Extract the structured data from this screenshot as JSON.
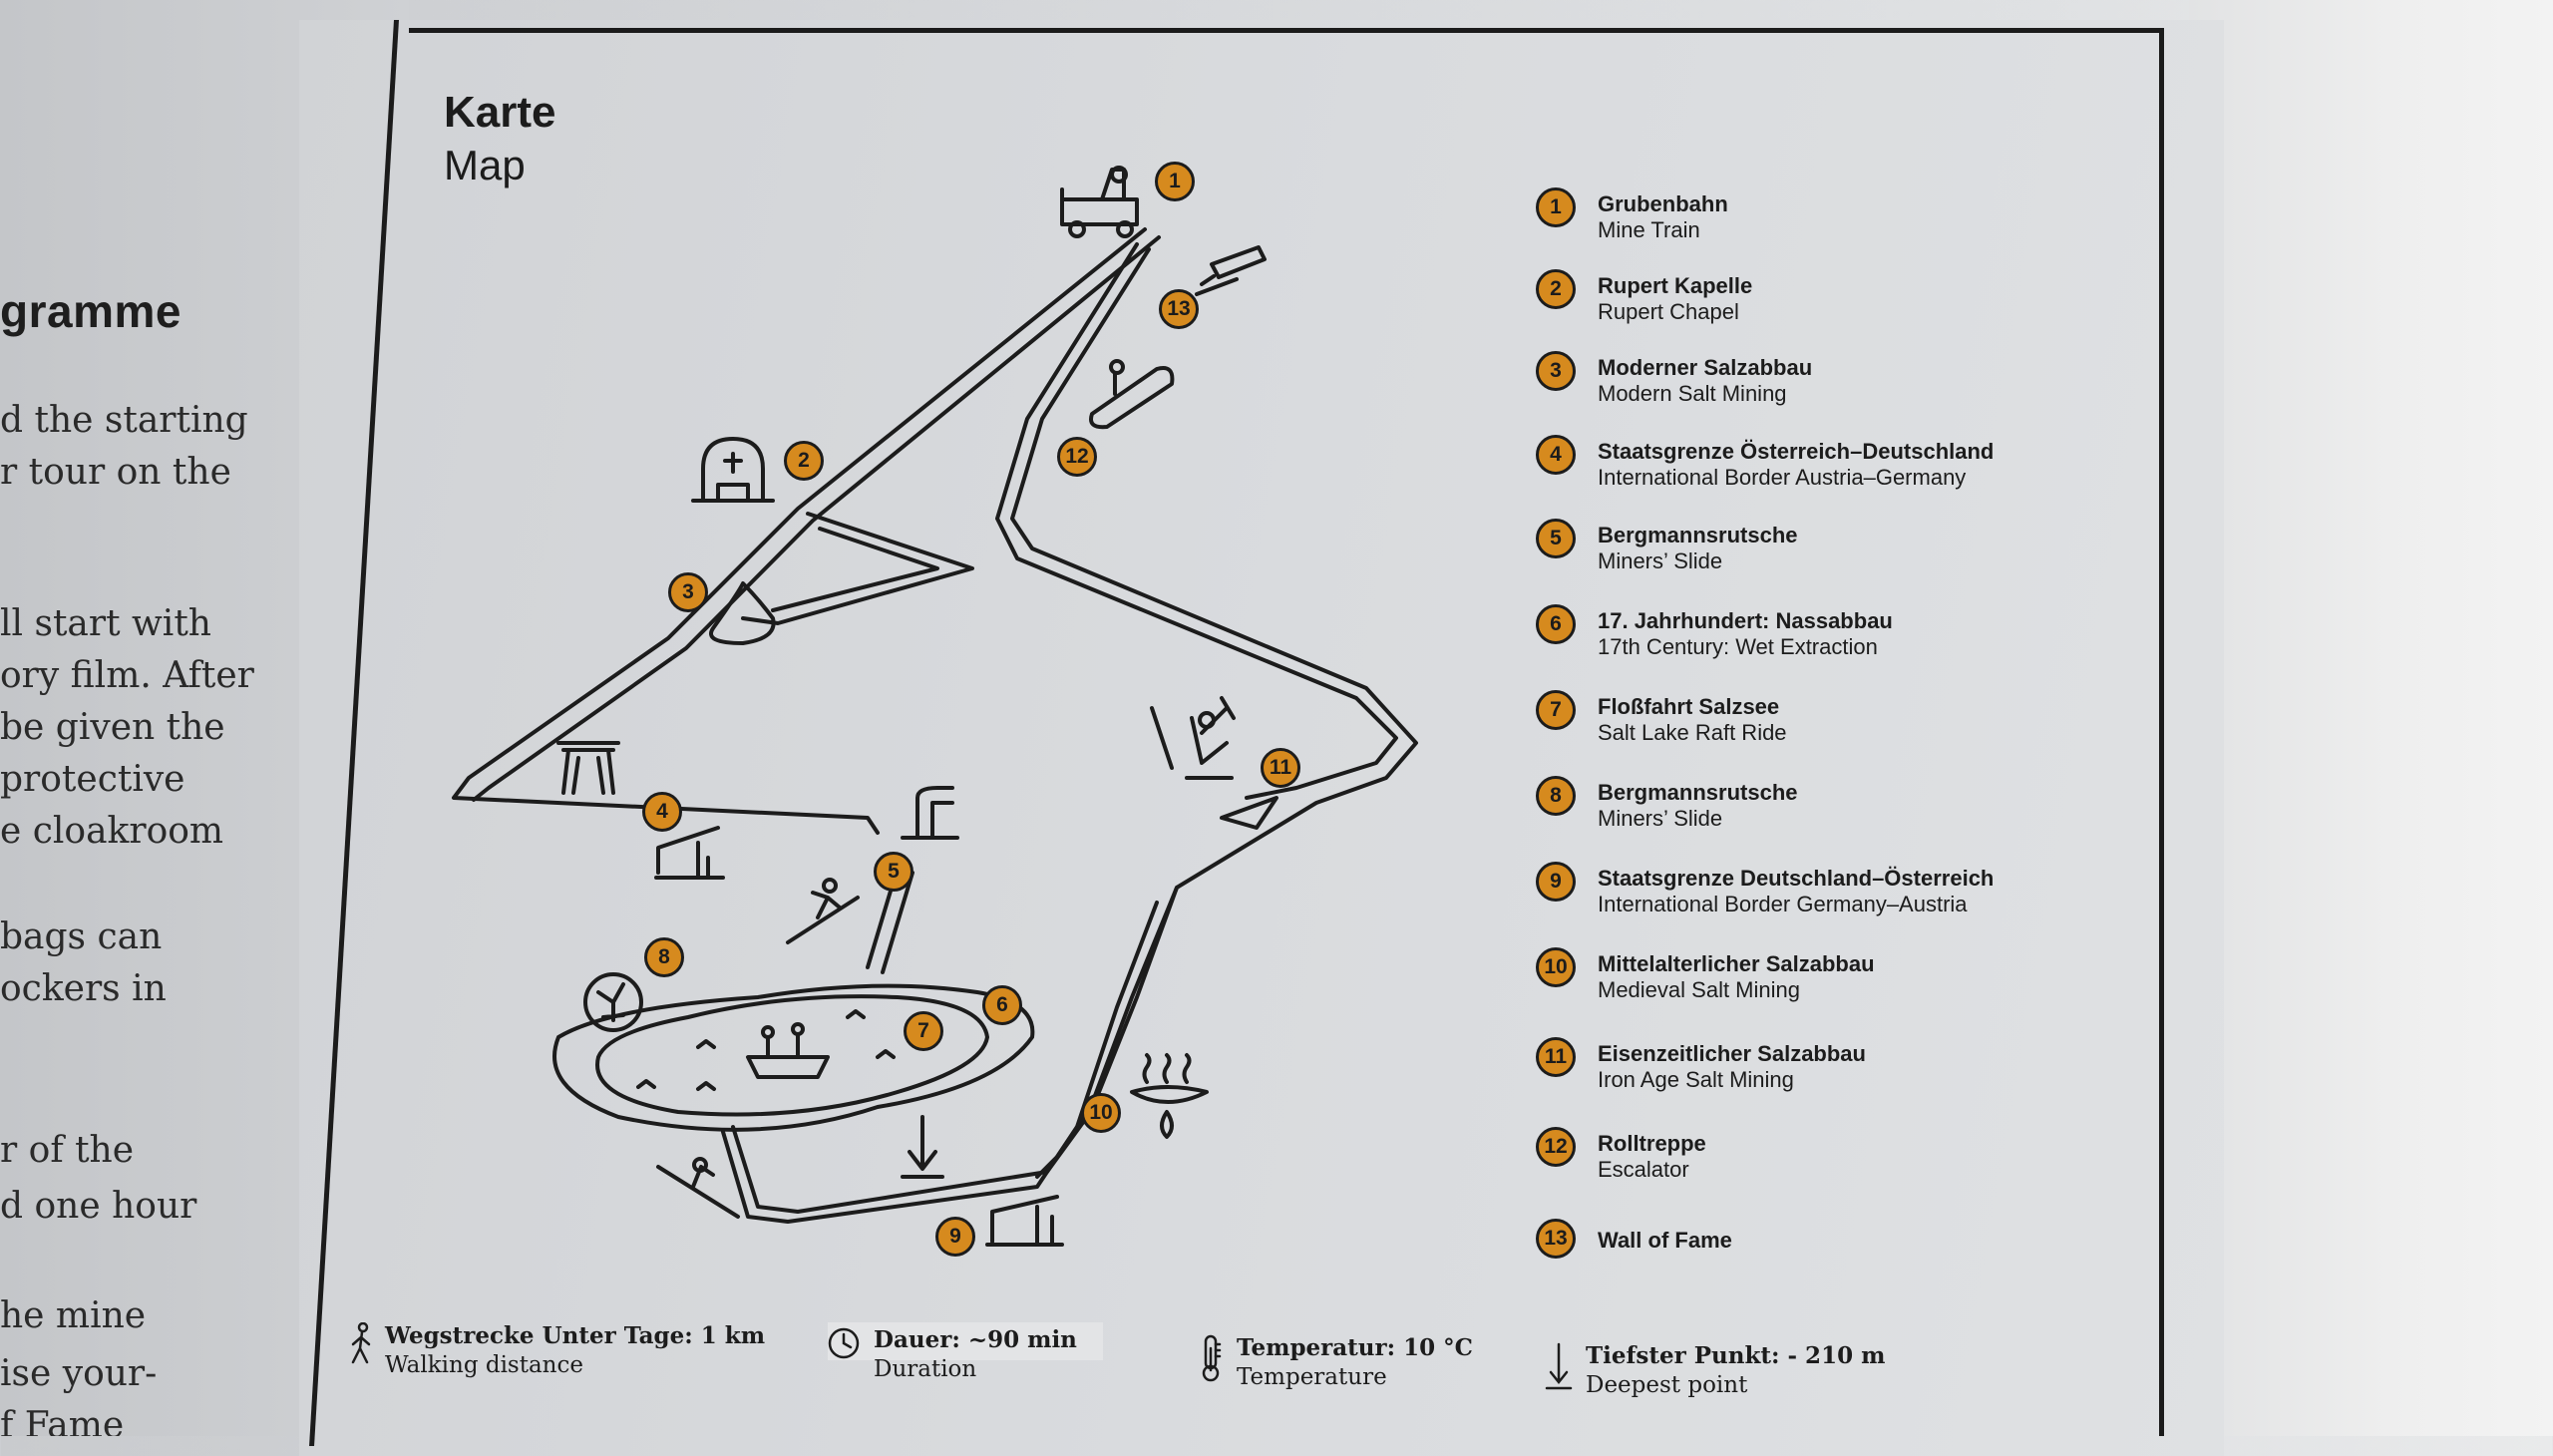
{
  "left_panel": {
    "heading": "gramme",
    "lines": [
      "d the starting",
      "r tour on the",
      "ll start with",
      "ory film. After",
      "be given the",
      "protective",
      "e cloakroom",
      "bags can",
      "ockers in",
      "r of the",
      "d one hour",
      "he mine",
      "ise your-",
      "f Fame"
    ]
  },
  "map": {
    "title_de": "Karte",
    "title_en": "Map"
  },
  "legend": [
    {
      "number": "1",
      "de": "Grubenbahn",
      "en": "Mine Train"
    },
    {
      "number": "2",
      "de": "Rupert Kapelle",
      "en": "Rupert Chapel"
    },
    {
      "number": "3",
      "de": "Moderner Salzabbau",
      "en": "Modern Salt Mining"
    },
    {
      "number": "4",
      "de": "Staatsgrenze Österreich–Deutschland",
      "en": "International Border Austria–Germany"
    },
    {
      "number": "5",
      "de": "Bergmannsrutsche",
      "en": "Miners’ Slide"
    },
    {
      "number": "6",
      "de": "17. Jahrhundert: Nassabbau",
      "en": "17th Century: Wet Extraction"
    },
    {
      "number": "7",
      "de": "Floßfahrt Salzsee",
      "en": "Salt Lake Raft Ride"
    },
    {
      "number": "8",
      "de": "Bergmannsrutsche",
      "en": "Miners’ Slide"
    },
    {
      "number": "9",
      "de": "Staatsgrenze Deutschland–Österreich",
      "en": "International Border Germany–Austria"
    },
    {
      "number": "10",
      "de": "Mittelalterlicher Salzabbau",
      "en": "Medieval Salt Mining"
    },
    {
      "number": "11",
      "de": "Eisenzeitlicher Salzabbau",
      "en": "Iron Age Salt Mining"
    },
    {
      "number": "12",
      "de": "Rolltreppe",
      "en": "Escalator"
    },
    {
      "number": "13",
      "de": "Wall of Fame",
      "en": ""
    }
  ],
  "footer": [
    {
      "icon": "walking-person-icon",
      "de": "Wegstrecke Unter Tage: 1 km",
      "en": "Walking distance"
    },
    {
      "icon": "clock-icon",
      "de": "Dauer: ~90 min",
      "en": "Duration"
    },
    {
      "icon": "thermometer-icon",
      "de": "Temperatur: 10 °C",
      "en": "Temperature"
    },
    {
      "icon": "down-arrow-icon",
      "de": "Tiefster Punkt: - 210 m",
      "en": "Deepest point"
    }
  ],
  "colors": {
    "marker": "#d68a1e",
    "ink": "#1c1c1c",
    "sign_background": "#d9dbde"
  }
}
